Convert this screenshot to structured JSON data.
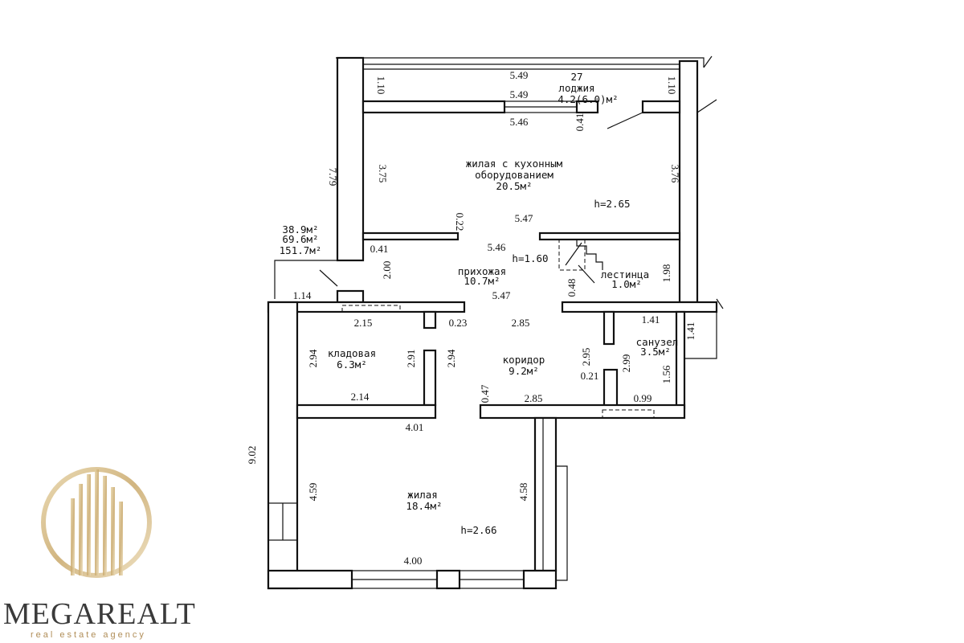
{
  "rooms": {
    "loggia": {
      "number": "27",
      "name": "лоджия",
      "area": "4.2(6.0)м²"
    },
    "living_kitchen": {
      "line1": "жилая с кухонным",
      "line2": "оборудованием",
      "area": "20.5м²",
      "height": "h=2.65"
    },
    "hall": {
      "name": "прихожая",
      "area": "10.7м²",
      "height": "h=1.60"
    },
    "stairs": {
      "name": "лестинца",
      "area": "1.0м²"
    },
    "storage": {
      "name": "кладовая",
      "area": "6.3м²"
    },
    "corridor": {
      "name": "коридор",
      "area": "9.2м²"
    },
    "bathroom": {
      "name": "санузел",
      "area": "3.5м²"
    },
    "living": {
      "name": "жилая",
      "area": "18.4м²",
      "height": "h=2.66"
    }
  },
  "totals": {
    "line1": "38.9м²",
    "line2": "69.6м²",
    "line3": "151.7м²"
  },
  "dimensions": {
    "loggia_top": "5.49",
    "loggia_bottom": "5.49",
    "loggia_left": "1.10",
    "loggia_right": "1.10",
    "kitchen_top": "5.46",
    "kitchen_door": "0.41",
    "kitchen_left": "3.75",
    "kitchen_right": "3.76",
    "outer_left": "7.79",
    "partition_022": "0.22",
    "kitchen_bottom": "5.47",
    "wall_041": "0.41",
    "hall_top": "5.46",
    "hall_left": "2.00",
    "stairs_right": "1.98",
    "wall_114": "1.14",
    "hall_bottom": "5.47",
    "wall_048": "0.48",
    "bath_top": "1.41",
    "bath_right": "1.41",
    "storage_top": "2.15",
    "wall_023": "0.23",
    "corridor_top": "2.85",
    "storage_left": "2.94",
    "storage_right": "2.91",
    "corridor_left": "2.94",
    "corridor_right": "2.95",
    "bath_left": "2.99",
    "wall_021": "0.21",
    "bath_side": "1.56",
    "storage_bottom": "2.14",
    "wall_047": "0.47",
    "corridor_bottom": "2.85",
    "bath_bottom": "0.99",
    "living_top": "4.01",
    "outer_left_bottom": "9.02",
    "living_left": "4.59",
    "living_right": "4.58",
    "living_bottom": "4.00"
  },
  "brand": {
    "name": "MEGAREALT",
    "tagline": "real estate agency"
  },
  "colors": {
    "wall": "#111111",
    "logo_gold": "#c9a86a",
    "brand_text": "#3a3a3a"
  }
}
